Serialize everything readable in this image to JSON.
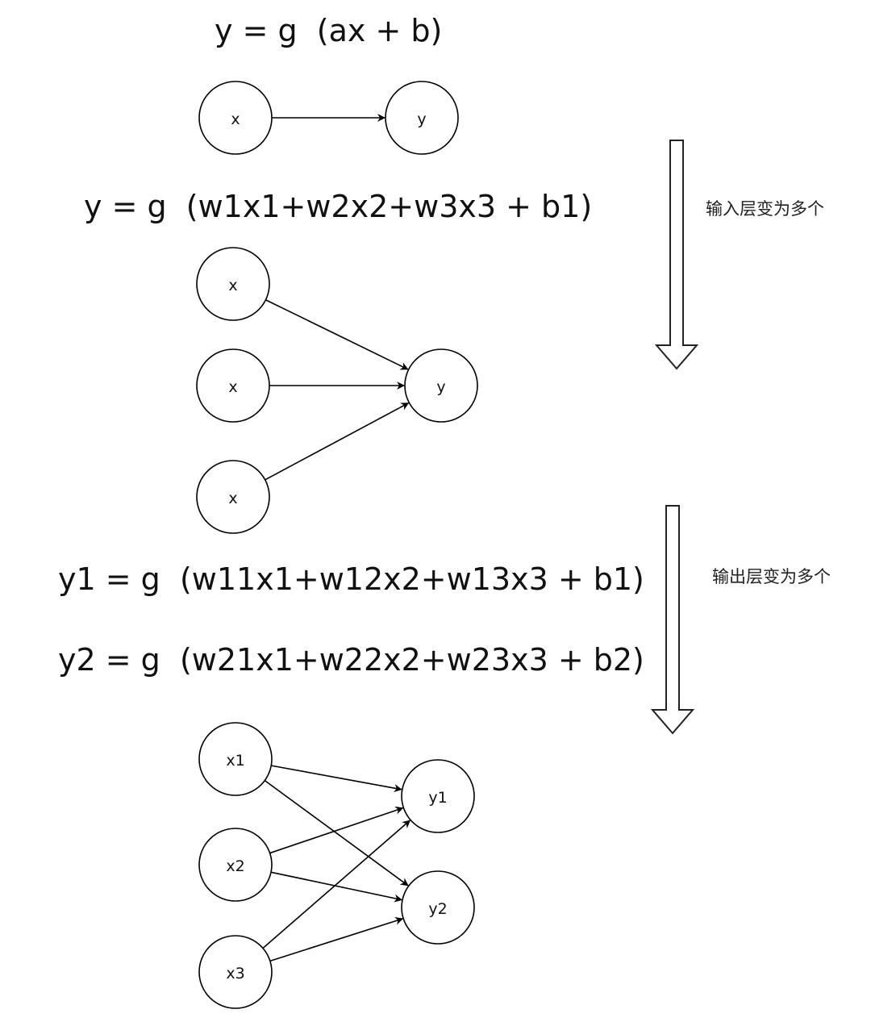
{
  "formulas": {
    "single": "y = g  (ax + b)",
    "multi_input": "y = g  (w1x1+w2x2+w3x3 + b1)",
    "multi_output_1": "y1 = g  (w11x1+w12x2+w13x3 + b1)",
    "multi_output_2": "y2 = g  (w21x1+w22x2+w23x3 + b2)"
  },
  "notes": {
    "input_layer_change": "输入层变为多个",
    "output_layer_change": "输出层变为多个"
  },
  "diagrams": {
    "single": {
      "nodes": [
        {
          "id": "x",
          "label": "x"
        },
        {
          "id": "y",
          "label": "y"
        }
      ],
      "edges": [
        [
          "x",
          "y"
        ]
      ]
    },
    "multi_input": {
      "nodes": [
        {
          "id": "xa",
          "label": "x"
        },
        {
          "id": "xb",
          "label": "x"
        },
        {
          "id": "xc",
          "label": "x"
        },
        {
          "id": "y",
          "label": "y"
        }
      ],
      "edges": [
        [
          "xa",
          "y"
        ],
        [
          "xb",
          "y"
        ],
        [
          "xc",
          "y"
        ]
      ]
    },
    "multi_output": {
      "nodes": [
        {
          "id": "x1",
          "label": "x1"
        },
        {
          "id": "x2",
          "label": "x2"
        },
        {
          "id": "x3",
          "label": "x3"
        },
        {
          "id": "y1",
          "label": "y1"
        },
        {
          "id": "y2",
          "label": "y2"
        }
      ],
      "edges": [
        [
          "x1",
          "y1"
        ],
        [
          "x1",
          "y2"
        ],
        [
          "x2",
          "y1"
        ],
        [
          "x2",
          "y2"
        ],
        [
          "x3",
          "y1"
        ],
        [
          "x3",
          "y2"
        ]
      ]
    }
  },
  "icons": {
    "transition_arrows": [
      "down-arrow-icon",
      "down-arrow-icon"
    ]
  }
}
